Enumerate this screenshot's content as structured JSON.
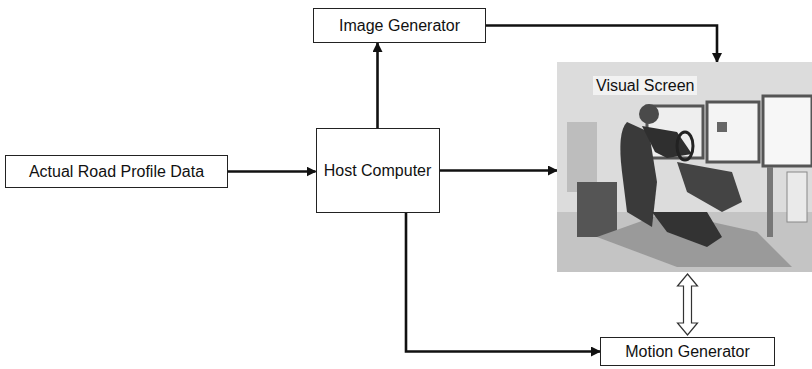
{
  "diagram": {
    "nodes": [
      {
        "text": [
          "Image Generator"
        ]
      },
      {
        "text": [
          "Visual Screen"
        ]
      },
      {
        "text": [
          "Actual Road Profile Data"
        ]
      },
      {
        "text": [
          "Host Computer"
        ]
      },
      {
        "text": [
          "Motion Generator"
        ]
      }
    ],
    "edges": [
      {
        "from": 2,
        "to": 3,
        "arrow": "to"
      },
      {
        "from": 3,
        "to": 0,
        "arrow": "to"
      },
      {
        "from": 0,
        "to": 1,
        "arrow": "to"
      },
      {
        "from": 3,
        "to": 1,
        "arrow": "to"
      },
      {
        "from": 3,
        "to": 4,
        "arrow": "to"
      },
      {
        "from": 1,
        "to": 4,
        "arrow": "both"
      }
    ]
  }
}
